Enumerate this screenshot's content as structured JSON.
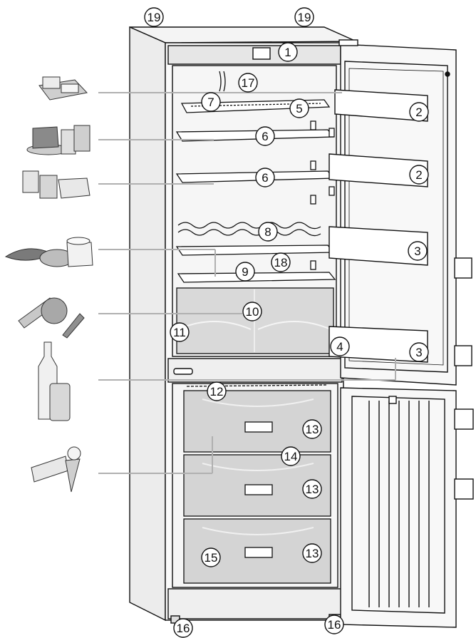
{
  "diagram": {
    "callouts": [
      {
        "id": "c1",
        "text": "1"
      },
      {
        "id": "c2a",
        "text": "2"
      },
      {
        "id": "c2b",
        "text": "2"
      },
      {
        "id": "c3a",
        "text": "3"
      },
      {
        "id": "c3b",
        "text": "3"
      },
      {
        "id": "c4",
        "text": "4"
      },
      {
        "id": "c5",
        "text": "5"
      },
      {
        "id": "c6a",
        "text": "6"
      },
      {
        "id": "c6b",
        "text": "6"
      },
      {
        "id": "c7",
        "text": "7"
      },
      {
        "id": "c8",
        "text": "8"
      },
      {
        "id": "c9",
        "text": "9"
      },
      {
        "id": "c10",
        "text": "10"
      },
      {
        "id": "c11",
        "text": "11"
      },
      {
        "id": "c12",
        "text": "12"
      },
      {
        "id": "c13a",
        "text": "13"
      },
      {
        "id": "c13b",
        "text": "13"
      },
      {
        "id": "c13c",
        "text": "13"
      },
      {
        "id": "c14",
        "text": "14"
      },
      {
        "id": "c15",
        "text": "15"
      },
      {
        "id": "c16a",
        "text": "16"
      },
      {
        "id": "c16b",
        "text": "16"
      },
      {
        "id": "c17",
        "text": "17"
      },
      {
        "id": "c18",
        "text": "18"
      },
      {
        "id": "c19a",
        "text": "19"
      },
      {
        "id": "c19b",
        "text": "19"
      }
    ],
    "food_icons": [
      "cheese-butter-icon",
      "cake-jars-icon",
      "yogurt-containers-icon",
      "fish-meat-pot-icon",
      "vegetables-icon",
      "bottle-can-icon",
      "ice-cream-frozen-food-icon"
    ],
    "colors": {
      "line": "#111111",
      "cabinet_fill": "#f2f2f2",
      "crisper_fill": "#d9d9d9",
      "drawer_fill": "#d4d4d4",
      "leader_line": "#b0b0b0"
    }
  }
}
